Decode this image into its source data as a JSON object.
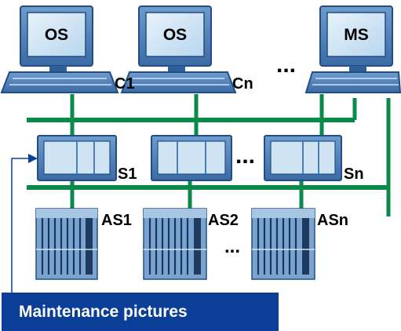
{
  "stations": [
    {
      "screen_label": "OS",
      "name_label": "C1"
    },
    {
      "screen_label": "OS",
      "name_label": "Cn"
    },
    {
      "screen_label": "MS",
      "name_label": ""
    }
  ],
  "servers": [
    {
      "label": "S1"
    },
    {
      "label": ""
    },
    {
      "label": "Sn"
    }
  ],
  "automation_systems": [
    {
      "label": "AS1"
    },
    {
      "label": "AS2"
    },
    {
      "label": "ASn"
    }
  ],
  "ellipses": {
    "stations": "...",
    "servers": "...",
    "automation": "..."
  },
  "banner": {
    "text": "Maintenance pictures"
  },
  "colors": {
    "bus": "#0a8a4a",
    "device_blue": "#4a7fb5",
    "device_light": "#cfe3f3",
    "banner": "#0b3f97"
  }
}
